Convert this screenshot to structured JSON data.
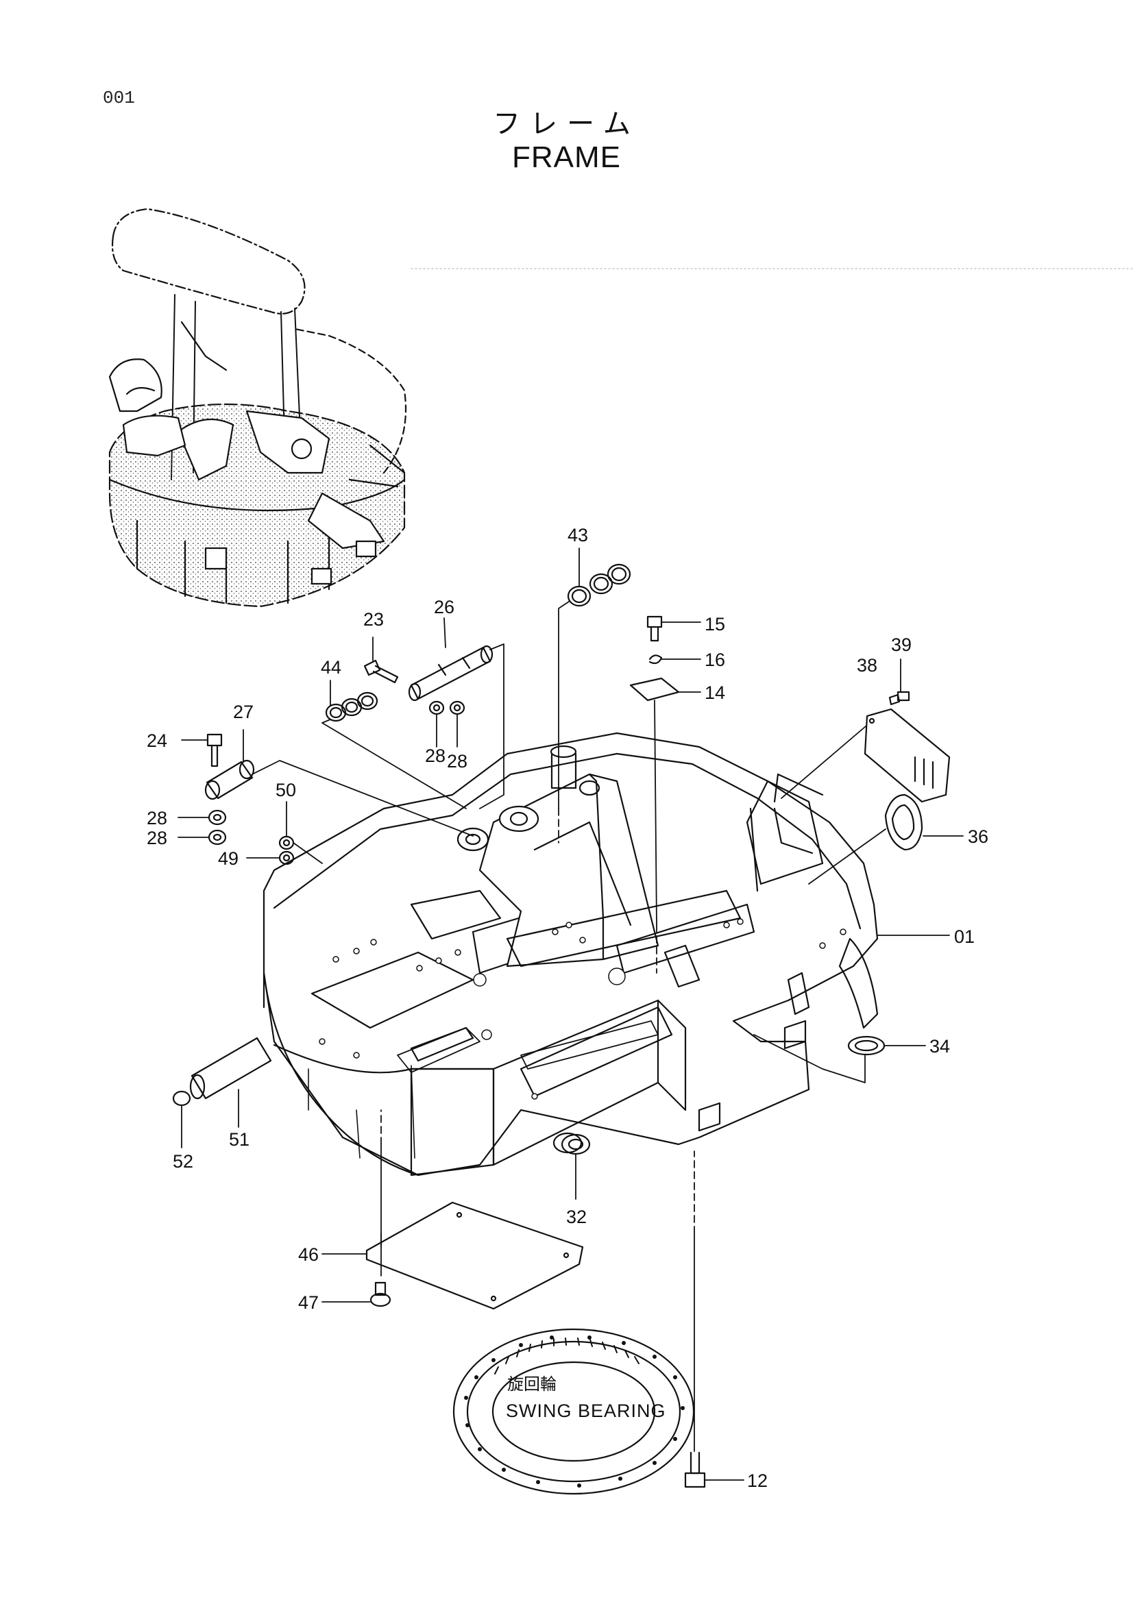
{
  "header": {
    "page_number": "001",
    "title_jp": "フレーム",
    "title_en": "FRAME"
  },
  "labels": {
    "swing_bearing_jp": "旋回輪",
    "swing_bearing_en": "SWING BEARING"
  },
  "callouts": {
    "c01": "01",
    "c12": "12",
    "c14": "14",
    "c15": "15",
    "c16": "16",
    "c23": "23",
    "c24": "24",
    "c26": "26",
    "c27": "27",
    "c28a": "28",
    "c28b": "28",
    "c28c": "28",
    "c28d": "28",
    "c32": "32",
    "c34": "34",
    "c36": "36",
    "c38": "38",
    "c39": "39",
    "c43": "43",
    "c44": "44",
    "c46": "46",
    "c47": "47",
    "c49": "49",
    "c50": "50",
    "c51": "51",
    "c52": "52"
  }
}
